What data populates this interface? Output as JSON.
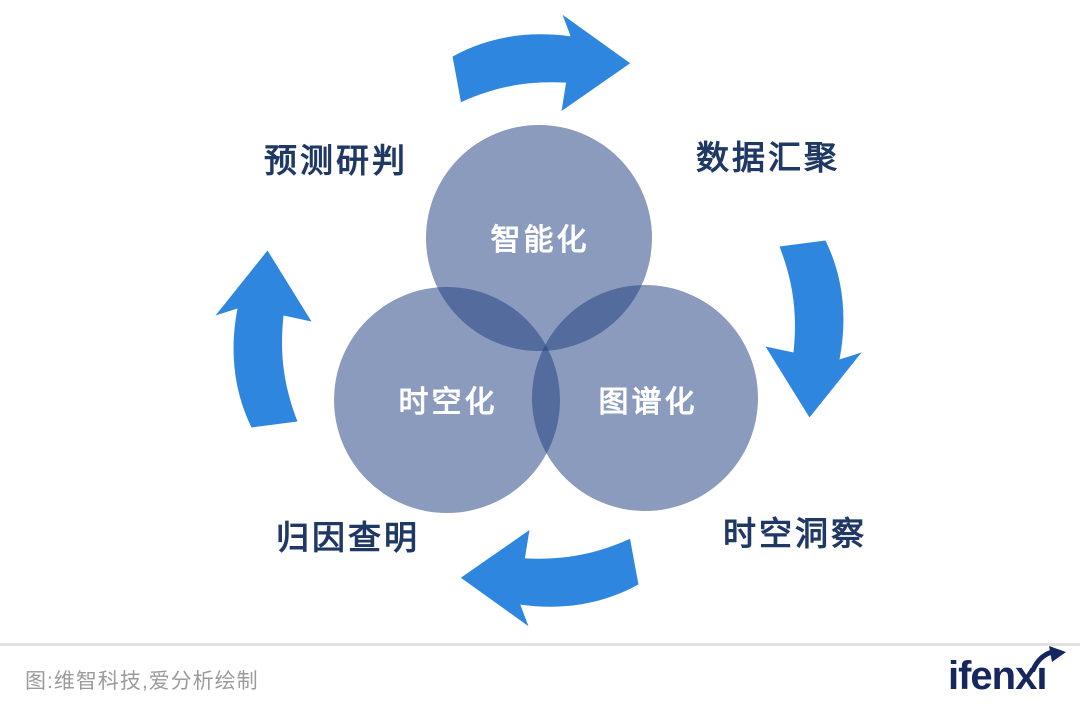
{
  "colors": {
    "bg": "#ffffff",
    "circle-fill": "rgba(32,64,128,0.52)",
    "circle-label": "#ffffff",
    "outer-label": "#1f3864",
    "arrow": "#2f86df",
    "caption": "#9b9b9b",
    "divider": "#e2e2e2",
    "logo": "#16275d"
  },
  "diagram": {
    "circles": [
      {
        "label": "智能化",
        "position": "top"
      },
      {
        "label": "时空化",
        "position": "bottom-left"
      },
      {
        "label": "图谱化",
        "position": "bottom-right"
      }
    ],
    "outer_labels": [
      {
        "label": "预测研判",
        "position": "top-left"
      },
      {
        "label": "数据汇聚",
        "position": "top-right"
      },
      {
        "label": "归因查明",
        "position": "bottom-left"
      },
      {
        "label": "时空洞察",
        "position": "bottom-right"
      }
    ],
    "arrows": [
      {
        "position": "top",
        "direction": "right"
      },
      {
        "position": "right",
        "direction": "down"
      },
      {
        "position": "bottom",
        "direction": "left"
      },
      {
        "position": "left",
        "direction": "up"
      }
    ]
  },
  "footer": {
    "caption": "图:维智科技,爱分析绘制",
    "logo_text": "ifenxı"
  }
}
